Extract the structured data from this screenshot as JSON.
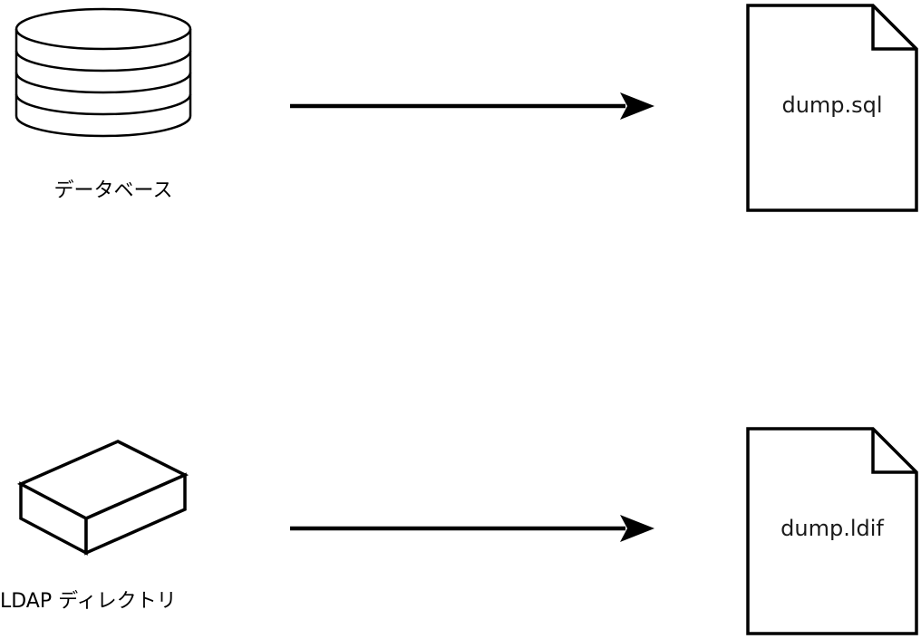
{
  "diagram": {
    "rows": [
      {
        "source_label": "データベース",
        "source_icon": "database-cylinder-icon",
        "connector": "arrow-right",
        "target_label": "dump.sql",
        "target_icon": "document-folded-corner-icon"
      },
      {
        "source_label": "LDAP ディレクトリ",
        "source_icon": "ldap-box-icon",
        "connector": "arrow-right",
        "target_label": "dump.ldif",
        "target_icon": "document-folded-corner-icon"
      }
    ],
    "colors": {
      "stroke": "#000000",
      "background": "#ffffff"
    }
  }
}
